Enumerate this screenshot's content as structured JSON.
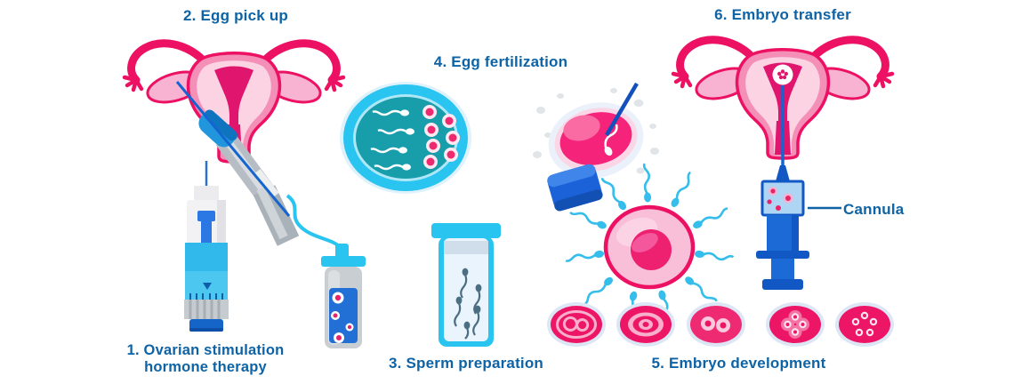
{
  "infographic": {
    "subject": "IVF in-vitro fertilization process",
    "label_color": "#0d63a5",
    "steps": {
      "s1": {
        "label": "1. Ovarian stimulation",
        "sublabel": "hormone therapy",
        "icon": "hormone-injection-pen"
      },
      "s2": {
        "label": "2. Egg pick up",
        "icon": "uterus-egg-retrieval"
      },
      "s3": {
        "label": "3. Sperm preparation",
        "icon": "sperm-sample-tube"
      },
      "s4": {
        "label": "4. Egg fertilization",
        "icon": "petri-dish-and-icsi"
      },
      "s5": {
        "label": "5. Embryo development",
        "icon": "embryo-division-stages"
      },
      "s6": {
        "label": "6. Embryo transfer",
        "icon": "uterus-with-cannula-syringe"
      }
    },
    "annotations": {
      "cannula": "Cannula"
    },
    "colors": {
      "pink_deep": "#ed1164",
      "pink_medium": "#f48fb8",
      "pink_light": "#fbd3e3",
      "magenta_cavity": "#e0156e",
      "cyan": "#29c4ef",
      "teal": "#189daa",
      "blue": "#1565d0",
      "light_blue": "#aed6f4",
      "gray": "#c4cad0"
    }
  }
}
